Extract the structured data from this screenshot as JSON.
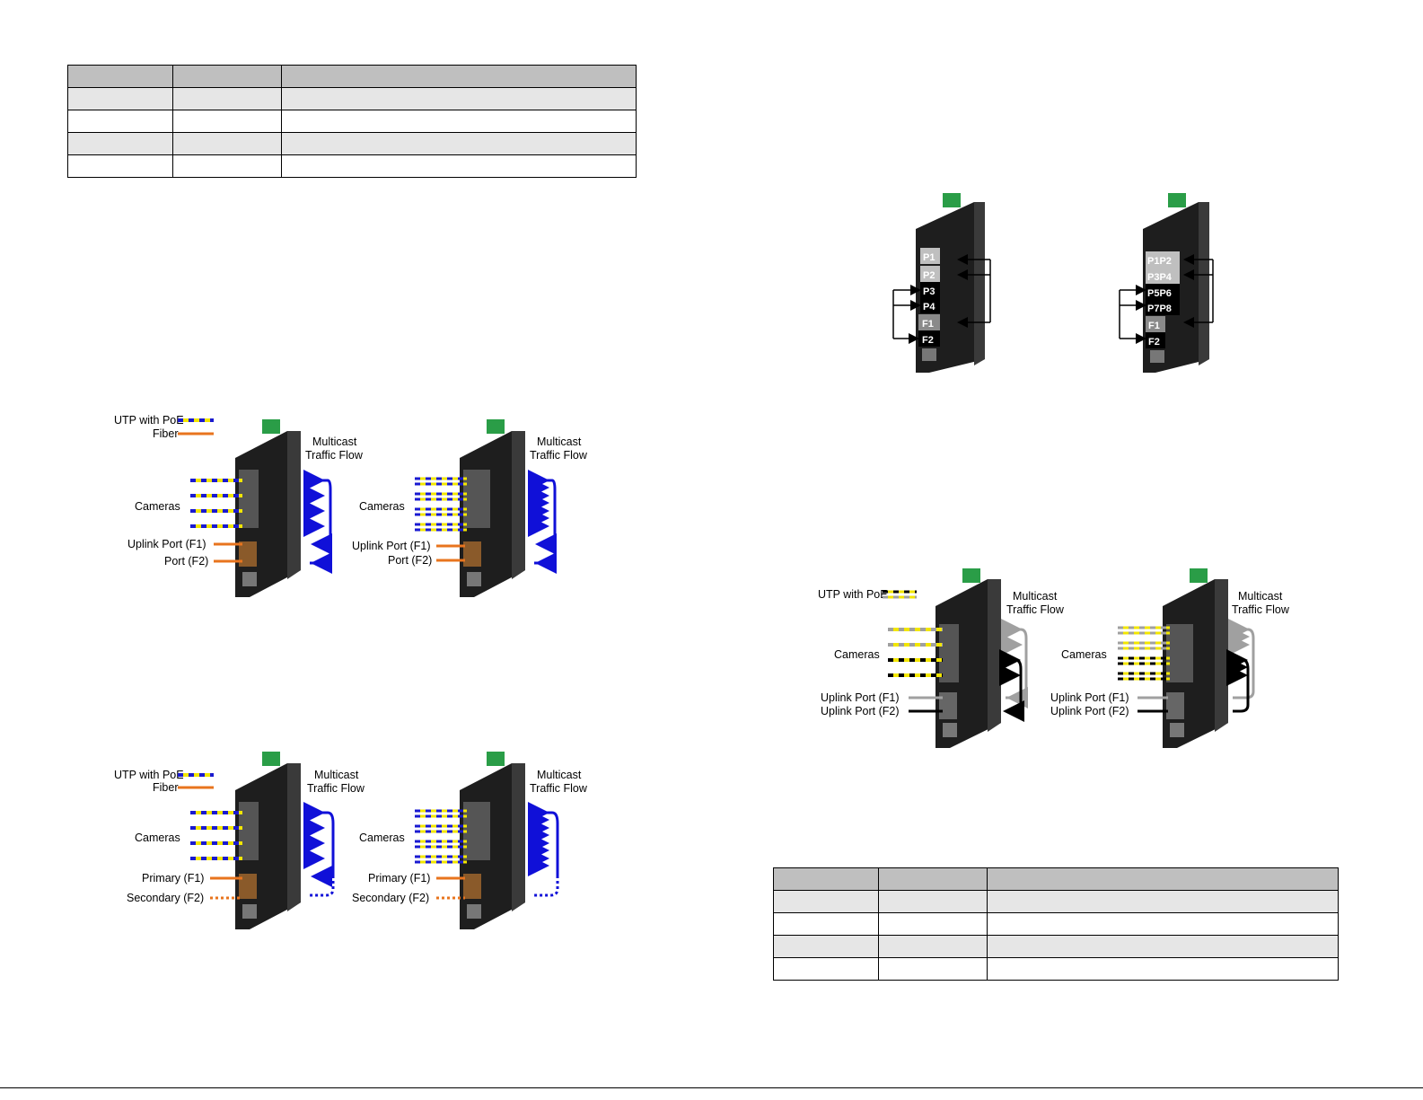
{
  "colors": {
    "poe_stripe_a": "#f2e600",
    "poe_stripe_b": "#1a1ad0",
    "fiber": "#e8741e",
    "flow_blue": "#1010d8",
    "flow_gray": "#a0a0a0",
    "flow_black": "#000000",
    "device_body": "#1e1e1e",
    "terminal_green": "#2a9d47",
    "table_header": "#bfbfbf",
    "table_shade": "#e6e6e6"
  },
  "table_left": {
    "columns": 3,
    "rows": 5
  },
  "table_right": {
    "columns": 3,
    "rows": 5
  },
  "diagram_top_left": {
    "legend_utp": "UTP with PoE",
    "legend_fiber": "Fiber",
    "flow_title_line1": "Multicast",
    "flow_title_line2": "Traffic Flow",
    "cameras": "Cameras",
    "port_f1": "Uplink Port (F1)",
    "port_f2": "Port (F2)"
  },
  "diagram_bottom_left": {
    "legend_utp": "UTP with PoE",
    "legend_fiber": "Fiber",
    "flow_title_line1": "Multicast",
    "flow_title_line2": "Traffic Flow",
    "cameras": "Cameras",
    "port_f1": "Primary (F1)",
    "port_f2": "Secondary (F2)"
  },
  "diagram_right_ports": {
    "left_device_ports": [
      "P1",
      "P2",
      "P3",
      "P4",
      "F1",
      "F2"
    ],
    "right_device_ports": [
      "P1P2",
      "P3P4",
      "P5P6",
      "P7P8",
      "F1",
      "F2"
    ]
  },
  "diagram_right_bottom": {
    "legend_utp": "UTP with PoE",
    "flow_title_line1": "Multicast",
    "flow_title_line2": "Traffic Flow",
    "cameras": "Cameras",
    "port_f1": "Uplink Port (F1)",
    "port_f2": "Uplink Port (F2)"
  }
}
